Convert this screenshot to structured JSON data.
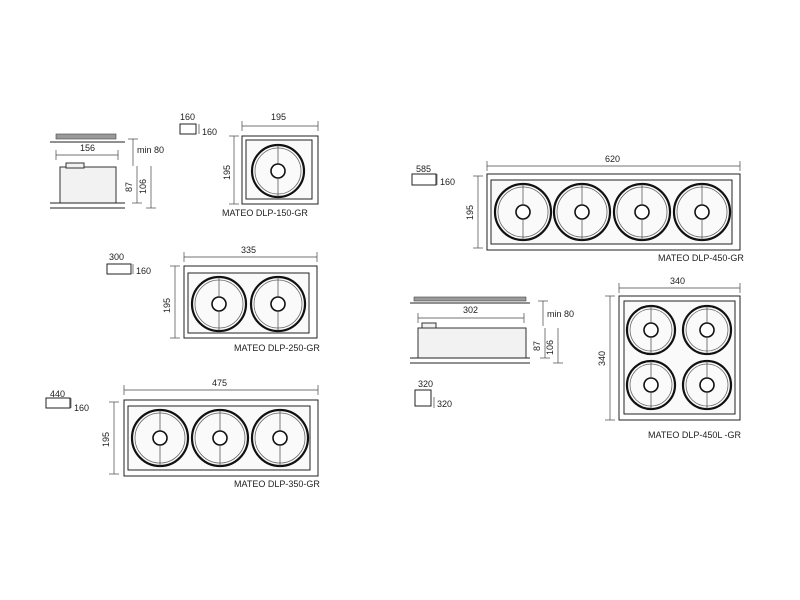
{
  "views": {
    "dlp150": {
      "caption": "MATEO DLP-150-GR",
      "width": "195",
      "height": "195",
      "cutout_w": "160",
      "cutout_h": "160",
      "burners": 1,
      "side": {
        "length": "156",
        "clearance": "min 80",
        "h1": "87",
        "h2": "106"
      }
    },
    "dlp250": {
      "caption": "MATEO DLP-250-GR",
      "width": "335",
      "height": "195",
      "cutout_w": "300",
      "cutout_h": "160",
      "burners": 2
    },
    "dlp350": {
      "caption": "MATEO DLP-350-GR",
      "width": "475",
      "height": "195",
      "cutout_w": "440",
      "cutout_h": "160",
      "burners": 3
    },
    "dlp450": {
      "caption": "MATEO DLP-450-GR",
      "width": "620",
      "height": "195",
      "cutout_w": "585",
      "cutout_h": "160",
      "burners": 4
    },
    "dlp450l": {
      "caption": "MATEO DLP-450L -GR",
      "width": "340",
      "height": "340",
      "cutout_w": "320",
      "cutout_h": "320",
      "burners": 4,
      "side": {
        "length": "302",
        "clearance": "min 80",
        "h1": "87",
        "h2": "106"
      }
    }
  }
}
